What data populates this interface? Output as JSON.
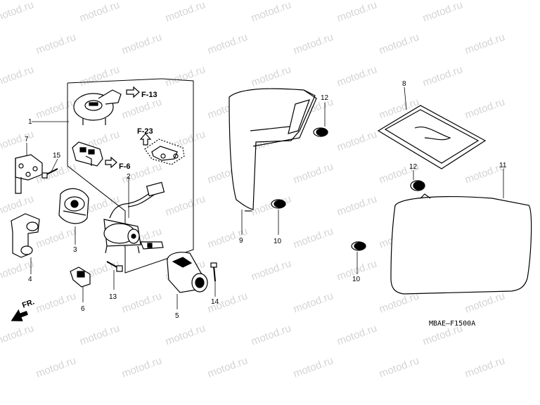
{
  "watermark": "motod.ru",
  "diagram_code": "MBAE—F1500A",
  "front_arrow_label": "FR.",
  "refs": {
    "f13": "F-13",
    "f23": "F-23",
    "f6": "F-6"
  },
  "callouts": {
    "c1": "1",
    "c2": "2",
    "c3": "3",
    "c4": "4",
    "c5": "5",
    "c6": "6",
    "c7": "7",
    "c8": "8",
    "c9": "9",
    "c10a": "10",
    "c10b": "10",
    "c11": "11",
    "c12a": "12",
    "c12b": "12",
    "c13": "13",
    "c14": "14",
    "c15": "15"
  }
}
